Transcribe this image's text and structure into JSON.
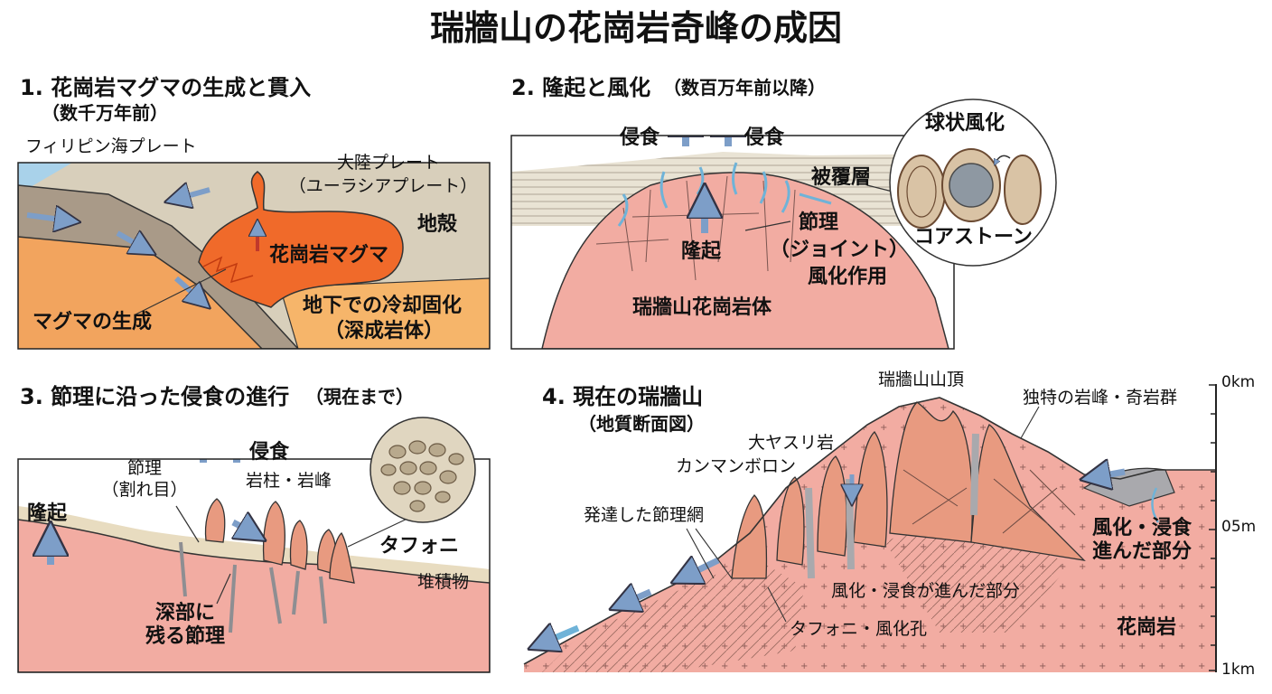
{
  "title": "瑞牆山の花崗岩奇峰の成因",
  "panels": {
    "p1": {
      "heading": "1. 花崗岩マグマの生成と貫入",
      "subheading": "（数千万年前）",
      "labels": {
        "philippine_plate": "フィリピン海プレート",
        "continental_plate_1": "大陸プレート",
        "continental_plate_2": "（ユーラシアプレート）",
        "crust": "地殻",
        "granite_magma": "花崗岩マグマ",
        "magma_generation": "マグマの生成",
        "cooling_1": "地下での冷却固化",
        "cooling_2": "（深成岩体）"
      }
    },
    "p2": {
      "heading": "2. 隆起と風化",
      "heading_note": "（数百万年前以降）",
      "labels": {
        "erosion_left": "侵食",
        "erosion_right": "侵食",
        "cover_layer": "被覆層",
        "joint_1": "節理",
        "joint_2": "（ジョイント）",
        "weathering": "風化作用",
        "uplift": "隆起",
        "granite_body": "瑞牆山花崗岩体",
        "spheroidal_weathering": "球状風化",
        "corestone": "コアストーン"
      }
    },
    "p3": {
      "heading": "3. 節理に沿った侵食の進行",
      "heading_note": "（現在まで）",
      "labels": {
        "joint_1": "節理",
        "joint_2": "（割れ目）",
        "erosion": "侵食",
        "pillars": "岩柱・岩峰",
        "uplift": "隆起",
        "tafoni": "タフォニ",
        "sediment": "堆積物",
        "deep_joint_1": "深部に",
        "deep_joint_2": "残る節理"
      }
    },
    "p4": {
      "heading": "4. 現在の瑞牆山",
      "subheading": "（地質断面図）",
      "labels": {
        "summit": "瑞牆山山頂",
        "unique_peaks": "独特の岩峰・奇岩群",
        "oyasuri": "大ヤスリ岩",
        "kanman": "カンマンボロン",
        "joint_network": "発達した節理網",
        "weathered_right_1": "風化・浸食",
        "weathered_right_2": "進んだ部分",
        "weathered_center": "風化・浸食が進んだ部分",
        "tafoni": "タフォニ・風化孔",
        "granite": "花崗岩"
      },
      "scale": [
        "0km",
        "05m",
        "1km"
      ]
    }
  },
  "colors": {
    "crust": "#d8cfbb",
    "sea": "#a9d2ea",
    "mantle": "#f2a45e",
    "slab": "#a99a88",
    "magma": "#f06a2a",
    "granite": "#f2aca2",
    "granite_dark": "#e7978b",
    "peak": "#e89a80",
    "cover": "#e9e3d4",
    "arrow": "#7d9ec8",
    "water": "#6fb3d8",
    "grey": "#a9a9ad"
  }
}
